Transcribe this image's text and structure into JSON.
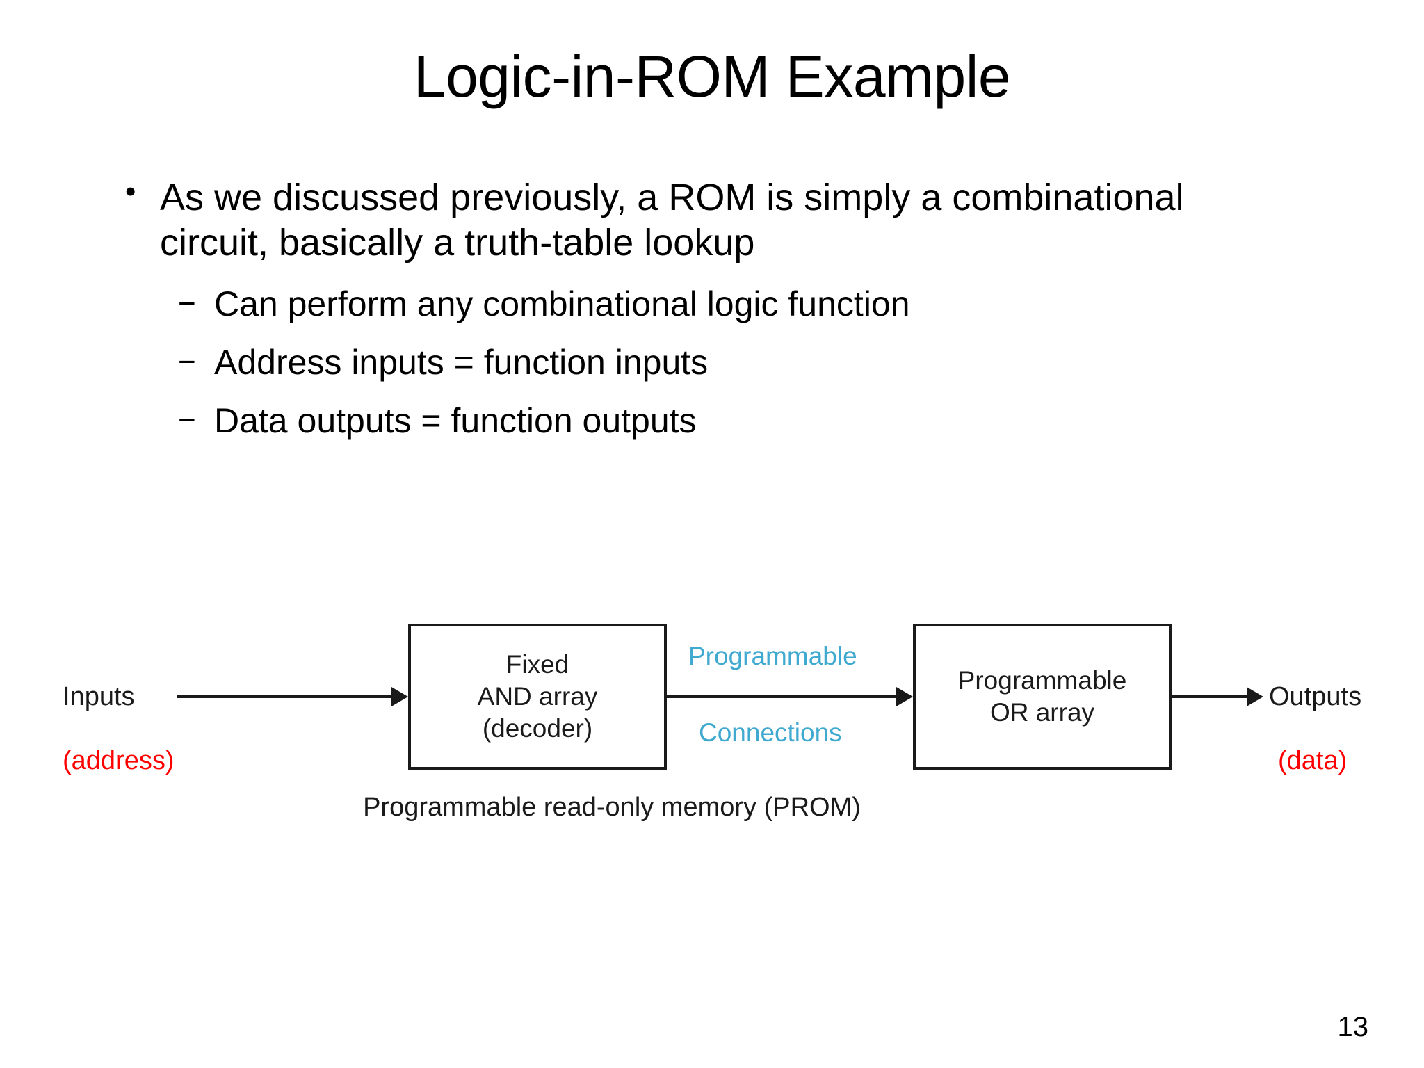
{
  "slide": {
    "title": "Logic-in-ROM Example",
    "page_number": "13",
    "bullet_marker": "•",
    "sub_bullet_marker": "−"
  },
  "body": {
    "main_bullet": "As we discussed previously, a ROM is simply a combinational circuit, basically a truth-table lookup",
    "sub_bullets": [
      "Can perform any combinational logic function",
      "Address inputs = function inputs",
      "Data outputs = function outputs"
    ]
  },
  "diagram": {
    "caption": "Programmable read-only memory (PROM)",
    "input_label": "Inputs",
    "input_sublabel": "(address)",
    "output_label": "Outputs",
    "output_sublabel": "(data)",
    "box_and": {
      "line1": "Fixed",
      "line2": "AND array",
      "line3": "(decoder)"
    },
    "box_or": {
      "line1": "Programmable",
      "line2": "OR array"
    },
    "middle_link": {
      "line1": "Programmable",
      "line2": "Connections"
    },
    "colors": {
      "box_border": "#1a1a1a",
      "text": "#1a1a1a",
      "accent_red": "#ff0000",
      "accent_blue": "#3fa9d0"
    }
  }
}
